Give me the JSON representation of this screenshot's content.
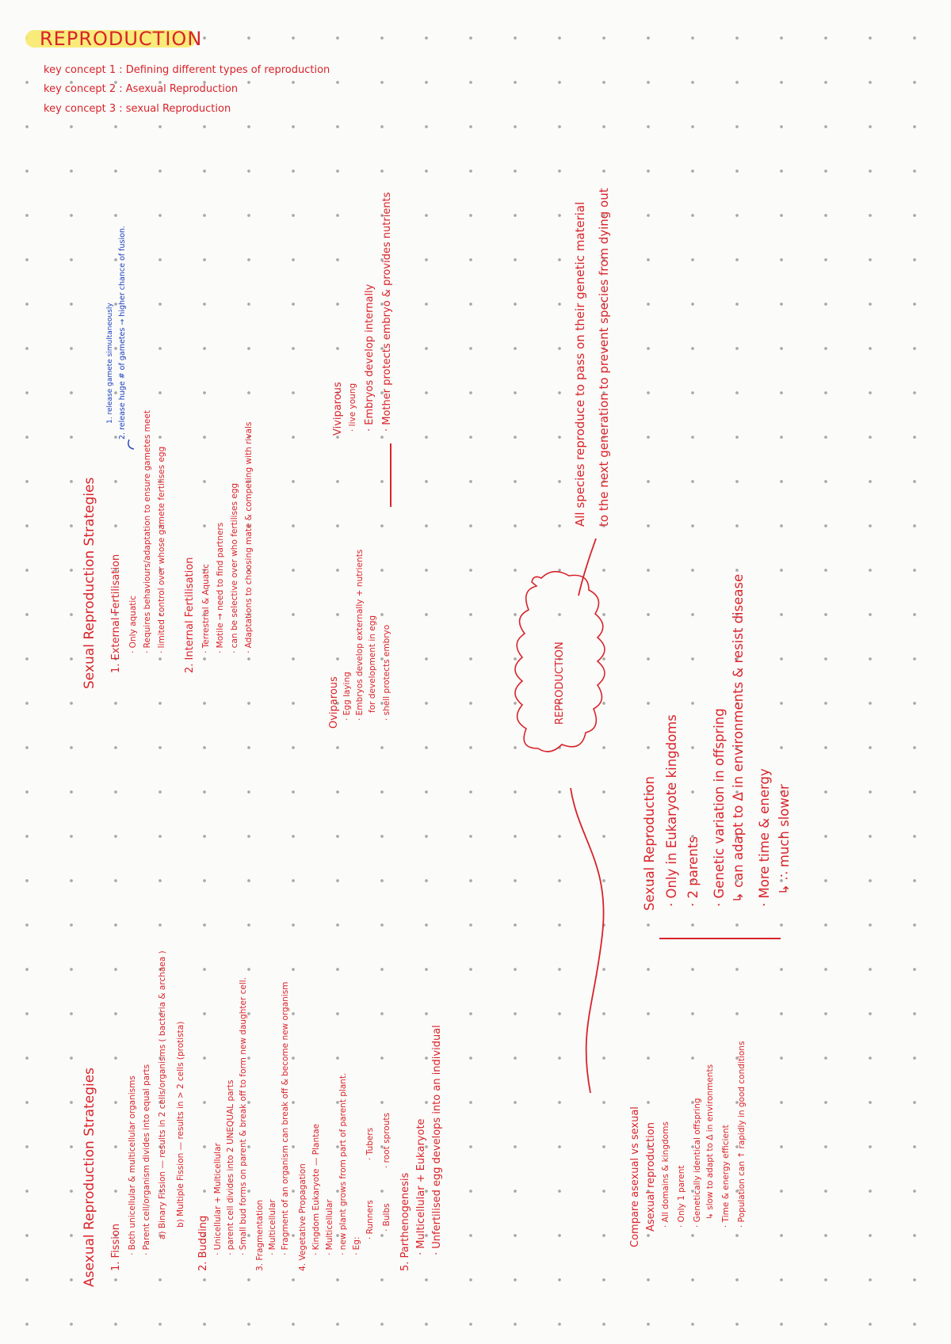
{
  "title": "REPRODUCTION",
  "key_concepts": [
    "key concept 1 : Defining different types of reproduction",
    "key concept 2 : Asexual Reproduction",
    "key concept 3 : sexual Reproduction"
  ],
  "sexual_strategies": {
    "heading": "Sexual Reproduction Strategies",
    "ext_title": "1. External Fertilisation",
    "ext_1": "· Only aquatic",
    "ext_2": "· Requires behaviours/adaptation to ensure gametes meet",
    "ext_3": "· limited control over whose gamete fertilises egg",
    "blue_1": "1. release gamete simultaneously",
    "blue_2": "2. release huge # of gametes → higher chance of fusion.",
    "int_title": "2. Internal Fertilisation",
    "int_1": "· Terrestrial & Aquatic",
    "int_2": "· Motile → need to find partners",
    "int_3": "· can be selective over who fertilises egg",
    "int_4": "· Adaptations to choosing mate & competing with rivals"
  },
  "oviparous": {
    "title": "Oviparous",
    "l1": "· Egg laying",
    "l2": "· Embryos develop externally + nutrients",
    "l3": "for development in egg",
    "l4": "· shell protects embryo"
  },
  "viviparous": {
    "title": "Viviparous",
    "l1": "· live young",
    "l2": "· Embryos develop internally",
    "l3": "· Mother protects embryo & provides nutrients"
  },
  "purpose": {
    "l1": "All species reproduce to pass on their genetic material",
    "l2": "to the next generation to prevent species from dying out"
  },
  "cloud_label": "REPRODUCTION",
  "sexual_repro": {
    "title": "Sexual Reproduction",
    "l1": "· Only in Eukaryote kingdoms",
    "l2": "· 2 parents",
    "l3": "· Genetic variation in offspring",
    "l4": "↳ can adapt to Δ in environments & resist disease",
    "l5": "· More time & energy",
    "l6": "↳ ∴ much slower"
  },
  "asexual_strategies": {
    "heading": "Asexual Reproduction Strategies",
    "f_title": "1. Fission",
    "f_1": "· Both unicellular & multicellular organisms",
    "f_2": "· Parent cell/organism divides into equal parts",
    "f_3": "a) Binary Fission — results in 2 cells/organisms ( bacteria & archaea )",
    "f_4": "b) Multiple Fission — results in > 2 cells (protista)",
    "b_title": "2. Budding",
    "b_1": "· Unicellular + Multicellular",
    "b_2": "· parent cell divides into 2 UNEQUAL parts",
    "b_3": "· Small bud forms on parent & break off to form new daughter cell.",
    "fr_title": "3. Fragmentation",
    "fr_1": "· Multicellular",
    "fr_2": "· Fragment of an organism can break off & become new organism",
    "v_title": "4. Vegetative Propagation",
    "v_1": "· Kingdom Eukaryote — Plantae",
    "v_2": "· Multicellular",
    "v_3": "· new plant grows from part of parent plant.",
    "v_4": "· Eg:",
    "v_5": "· Runners",
    "v_6": "· Tubers",
    "v_7": "· Bulbs",
    "v_8": "· root sprouts",
    "p_title": "5. Parthenogenesis",
    "p_1": "· Multicellular + Eukaryote",
    "p_2": "· Unfertilised egg develops into an individual"
  },
  "compare": {
    "title": "Compare asexual vs sexual",
    "sub": "Asexual reproduction",
    "l1": "· All domains & kingdoms",
    "l2": "· Only 1 parent",
    "l3": "· Genetically identical offspring",
    "l4": "↳ slow to adapt to Δ in environments",
    "l5": "· Time & energy efficient",
    "l6": "· Population can ↑ rapidly in good conditions"
  }
}
